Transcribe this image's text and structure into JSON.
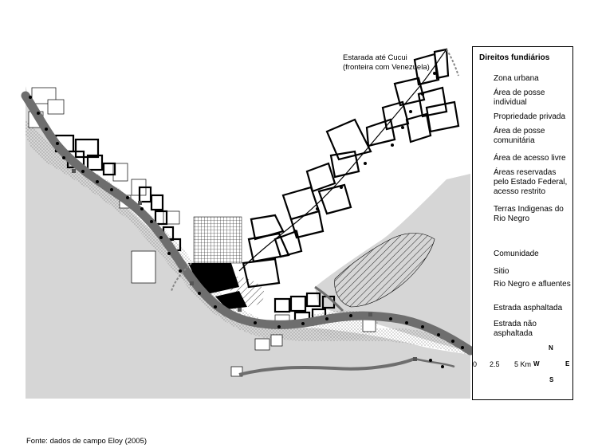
{
  "road_label": {
    "line1": "Estarada até Cucui",
    "line2": "(fronteira com Venezuela)"
  },
  "legend": {
    "title": "Direitos fundiários",
    "items": [
      {
        "label": "Zona urbana",
        "symbol": "black-fill"
      },
      {
        "label": "Área de posse individual",
        "symbol": "thin-outline"
      },
      {
        "label": "Propriedade privada",
        "symbol": "thick-outline"
      },
      {
        "label": "Área de posse comunitária",
        "symbol": "stipple"
      },
      {
        "label": "Área de acesso livre",
        "symbol": "none"
      },
      {
        "label": "Áreas reservadas pelo Estado Federal, acesso restrito",
        "symbol": "hatch"
      },
      {
        "label": "Terras Indigenas do Rio Negro",
        "symbol": "light-gray"
      },
      {
        "label": "Comunidade",
        "symbol": "square-marker"
      },
      {
        "label": "Sitio",
        "symbol": "dot-marker"
      },
      {
        "label": "Rio Negro e afluentes",
        "symbol": "river-line"
      },
      {
        "label": "Estrada asphaltada",
        "symbol": "paved-road"
      },
      {
        "label": "Estrada não asphaltada",
        "symbol": "unpaved-road"
      }
    ]
  },
  "scale_bar": {
    "ticks": [
      "0",
      "2.5",
      "5 Km"
    ]
  },
  "compass": {
    "n": "N",
    "s": "S",
    "e": "E",
    "w": "W"
  },
  "source": "Fonte: dados de campo Eloy (2005)",
  "colors": {
    "indigenous_land": "#d6d6d6",
    "river": "#6e6e6e",
    "urban": "#000000",
    "community": "#555555"
  }
}
